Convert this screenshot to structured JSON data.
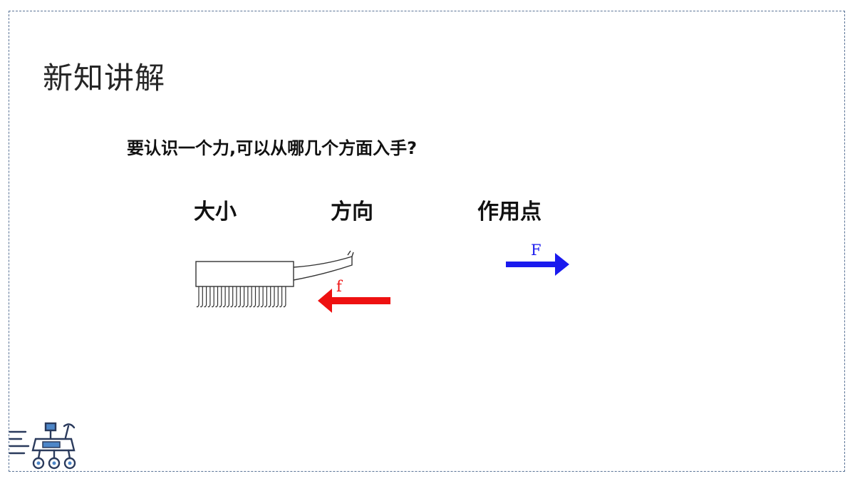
{
  "slide": {
    "title": "新知讲解",
    "question": "要认识一个力,可以从哪几个方面入手?",
    "aspects": {
      "size": "大小",
      "direction": "方向",
      "application_point": "作用点"
    }
  },
  "diagram": {
    "friction_label": "f",
    "force_label": "F",
    "colors": {
      "friction_arrow": "#ee1111",
      "force_arrow": "#1a1aee",
      "frame": "#5a7396",
      "brush": "#333333"
    }
  },
  "icons": {
    "corner_icon": "rover-icon"
  }
}
